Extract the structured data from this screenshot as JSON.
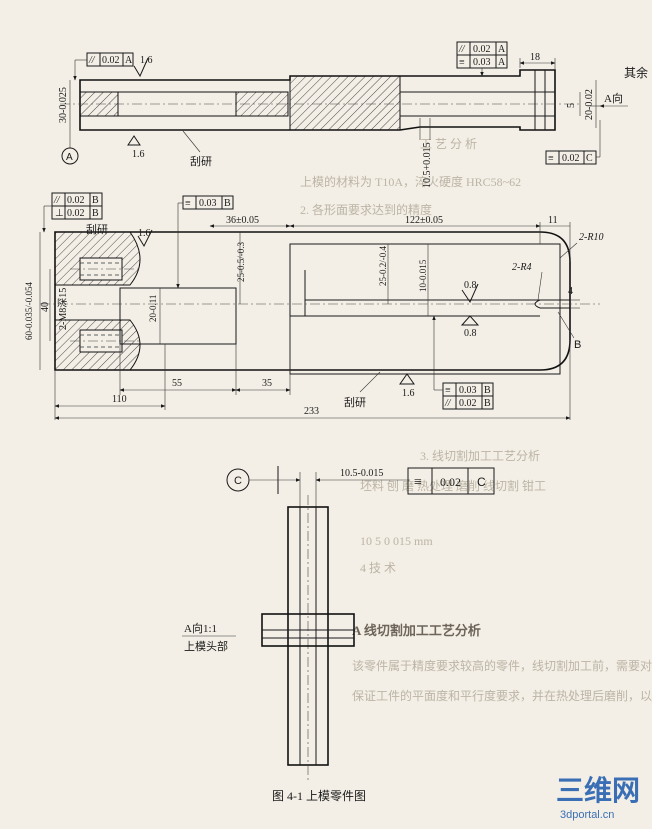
{
  "caption": "图 4-1    上模零件图",
  "watermark": {
    "brand": "三维网",
    "url": "3dportal.cn"
  },
  "edge_text": {
    "right_note": "其余"
  },
  "background_text": {
    "lines": [
      "工 艺 分 析",
      "上模的材料为 T10A，淬火硬度 HRC58~62",
      "2. 各形面要求达到的精度",
      "3. 线切割加工工艺分析",
      "坯料 刨 磨 热处理 磨削 线切割 钳工",
      "10 5 0 015 mm",
      "4 技 术",
      "A 线切割加工工艺分析",
      "该零件属于精度要求较高的零件，线切割加工前，需要对其各个表面进行精加工，",
      "保证工件的平面度和平行度要求，并在热处理后磨削，以保证尺寸精度。"
    ]
  },
  "top_view": {
    "gdt_left": {
      "symbol": "//",
      "tol": "0.02",
      "datum": "A"
    },
    "roughness_top": "1.6",
    "roughness_bottom": "1.6",
    "height_dim": "30-0.025",
    "datum_label": "A",
    "note_scrape": "刮研",
    "gdt_right_1": {
      "symbol": "//",
      "tol": "0.02",
      "datum": "A"
    },
    "gdt_right_2": {
      "symbol": "≡",
      "tol": "0.03",
      "datum": "A"
    },
    "dim_18": "18",
    "dim_5": "5",
    "dim_20": "20-0.02",
    "dim_105": "10.5+0.015",
    "view_arrow": "A向",
    "gdt_c": {
      "symbol": "≡",
      "tol": "0.02",
      "datum": "C"
    }
  },
  "main_view": {
    "gdt_1": {
      "symbol": "//",
      "tol": "0.02",
      "datum": "B"
    },
    "gdt_2": {
      "symbol": "⊥",
      "tol": "0.02",
      "datum": "B"
    },
    "gdt_3": {
      "symbol": "≡",
      "tol": "0.03",
      "datum": "B"
    },
    "note_scrape_1": "刮研",
    "roughness_1": "1.6",
    "dim_36": "36±0.05",
    "dim_122": "122±0.05",
    "dim_11": "11",
    "r10": "2-R10",
    "r4": "2-R4",
    "dim_60": "60-0.035/-0.054",
    "dim_40": "40",
    "thread": "2-M8深15",
    "dim_25a": "25-0.5/-0.3",
    "dim_25b": "25-0.2/-0.4",
    "dim_10": "10-0.015",
    "dim_20b": "20-0.11",
    "rough_08a": "0.8",
    "rough_08b": "0.8",
    "dim_4": "4",
    "label_b": "B",
    "dim_55": "55",
    "dim_35": "35",
    "dim_110": "110",
    "dim_233": "233",
    "note_scrape_2": "刮研",
    "roughness_2": "1.6",
    "gdt_4": {
      "symbol": "≡",
      "tol": "0.03",
      "datum": "B"
    },
    "gdt_5": {
      "symbol": "//",
      "tol": "0.02",
      "datum": "B"
    }
  },
  "detail_view": {
    "datum_label": "C",
    "dim": "10.5-0.015",
    "gdt": {
      "symbol": "≡",
      "tol": "0.02",
      "datum": "C"
    },
    "title_1": "A向1:1",
    "title_2": "上模头部"
  }
}
